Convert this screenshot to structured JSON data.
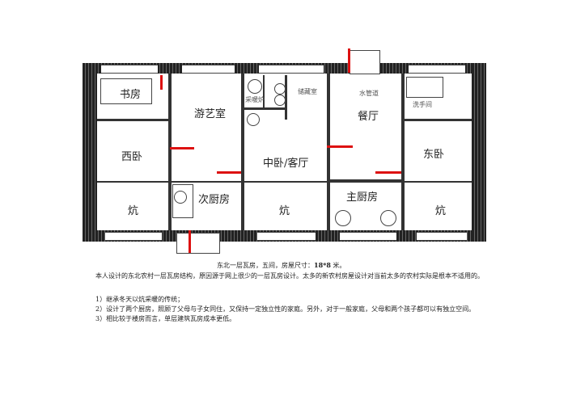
{
  "plan": {
    "rooms": {
      "study": "书房",
      "game_room": "游艺室",
      "heater": "采暖炉",
      "storage": "储藏室",
      "water_pipe": "水管道",
      "dining": "餐厅",
      "washroom": "洗手间",
      "west_bedroom": "西卧",
      "middle_bedroom": "中卧/客厅",
      "east_bedroom": "东卧",
      "kang_west": "炕",
      "secondary_kitchen": "次厨房",
      "kang_middle": "炕",
      "main_kitchen": "主厨房",
      "kang_east": "炕"
    },
    "door_color": "#d11111"
  },
  "text": {
    "caption_prefix": "东北一层瓦房，五间，房屋尺寸：",
    "caption_size": "18*8",
    "caption_suffix": " 米。",
    "intro": "本人设计的东北农村一层瓦房结构，原因源于网上很少的一层瓦房设计。太多的新农村房屋设计对当前太多的农村实际是根本不适用的。",
    "points": [
      "1）继承冬天以炕采暖的传统；",
      "2）设计了两个厨房，照顾了父母与子女同住，又保持一定独立性的家庭。另外，对于一般家庭，父母和两个孩子都可以有独立空间。",
      "3）相比较于楼房而言，单层建筑瓦房成本更低。"
    ]
  }
}
